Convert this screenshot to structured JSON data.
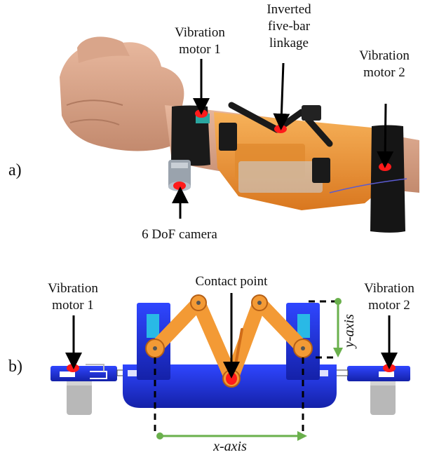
{
  "panel_a": {
    "label": "a)",
    "callouts": {
      "motor1": [
        "Vibration",
        "motor 1"
      ],
      "linkage": [
        "Inverted",
        "five-bar",
        "linkage"
      ],
      "motor2": [
        "Vibration",
        "motor 2"
      ],
      "camera": "6 DoF camera"
    }
  },
  "panel_b": {
    "label": "b)",
    "callouts": {
      "motor1": [
        "Vibration",
        "motor 1"
      ],
      "contact": "Contact point",
      "motor2": [
        "Vibration",
        "motor 2"
      ]
    },
    "axes": {
      "x": "x-axis",
      "y": "y-axis"
    }
  },
  "colors": {
    "marker": "#ff1a1a",
    "orange_part": "#f39a35",
    "blue_part": "#1f2fd6",
    "axis_green": "#6ab04c",
    "skin": "#d9a58a",
    "strap": "#1a1a1a"
  }
}
